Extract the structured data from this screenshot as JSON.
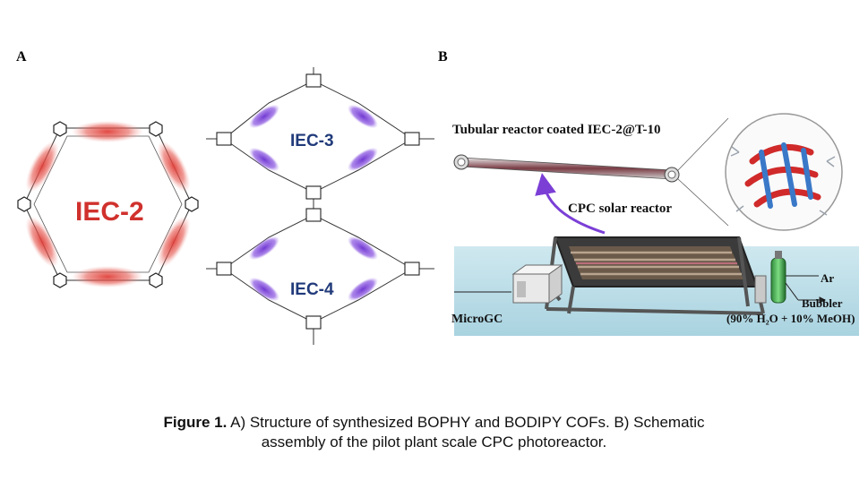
{
  "panels": {
    "a_letter": "A",
    "b_letter": "B"
  },
  "panel_a": {
    "iec2": "IEC-2",
    "iec3": "IEC-3",
    "iec4": "IEC-4"
  },
  "panel_b": {
    "tubular_reactor": "Tubular reactor coated IEC-2@T-10",
    "cpc_reactor": "CPC solar reactor",
    "microgc": "MicroGC",
    "ar": "Ar",
    "bubbler": "Bubbler",
    "mixture": "(90% H₂O + 10% MeOH)"
  },
  "caption": {
    "figure_label": "Figure 1.",
    "line1": " A) Structure of synthesized BOPHY and BODIPY COFs. B) Schematic",
    "line2": "assembly of the pilot plant scale CPC photoreactor."
  },
  "colors": {
    "iec2_red": "#d0312d",
    "iec34_purple": "#7b3fd6",
    "label_navy": "#203a7a",
    "floor_blue": "#bfe0ea"
  }
}
